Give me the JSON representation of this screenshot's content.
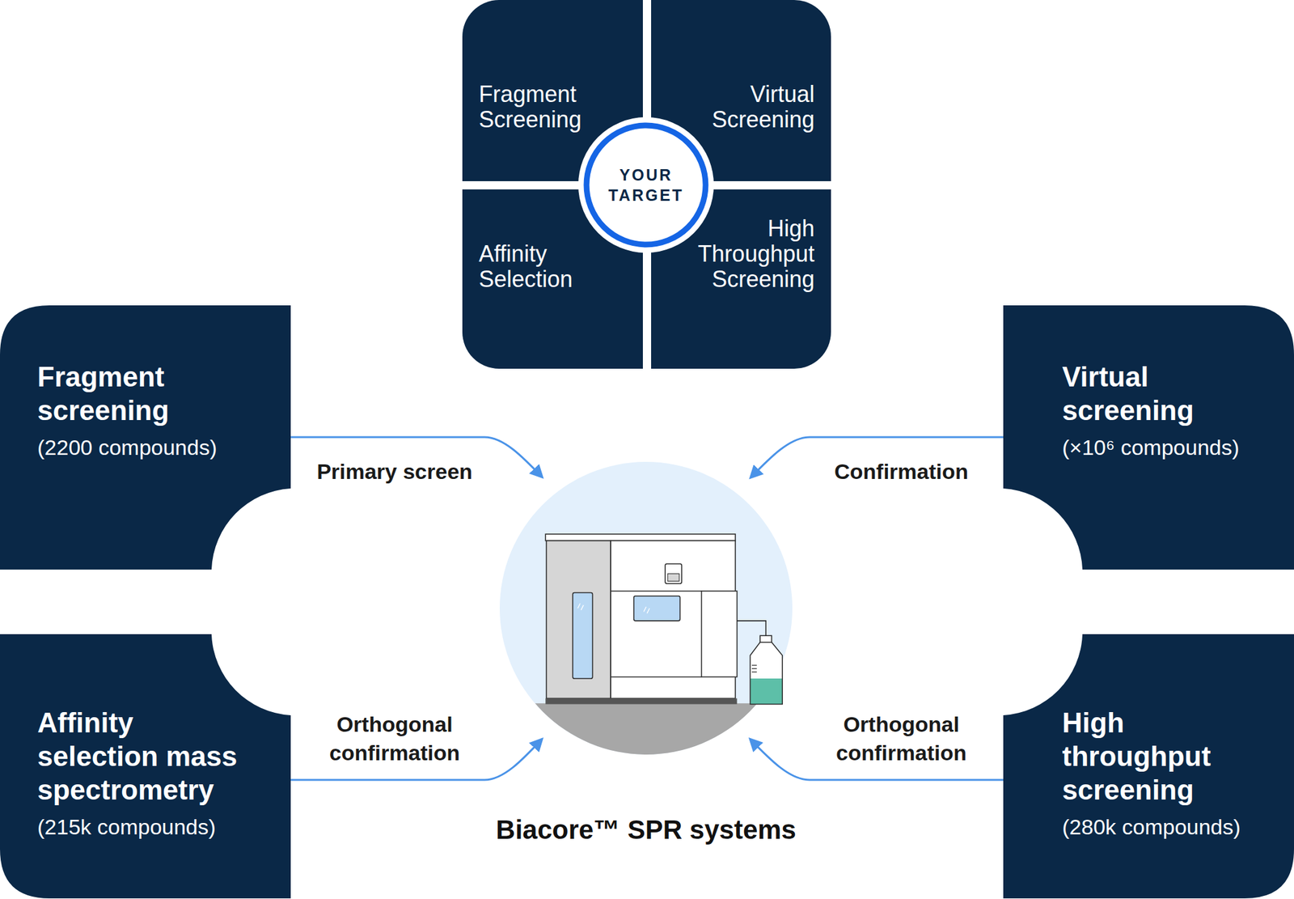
{
  "diagram": {
    "nodes": [
      {
        "text": [
          "Fragment Screening"
        ]
      },
      {
        "text": [
          "Virtual Screening"
        ]
      },
      {
        "text": [
          "YOUR TARGET"
        ]
      },
      {
        "text": [
          "Affinity Selection"
        ]
      },
      {
        "text": [
          "High Throughput Screening"
        ]
      },
      {
        "text": [
          "Fragment screening",
          "(2200 compounds)"
        ]
      },
      {
        "text": [
          "Virtual screening",
          "(×10⁶ compounds)"
        ]
      },
      {
        "text": [
          "Biacore™ SPR systems"
        ]
      },
      {
        "text": [
          "Affinity selection mass spectrometry",
          "(215k compounds)"
        ]
      },
      {
        "text": [
          "High throughput screening",
          "(280k compounds)"
        ]
      }
    ],
    "edges": [
      {
        "from": 5,
        "to": 7,
        "arrow": "to",
        "label": "Primary screen"
      },
      {
        "from": 6,
        "to": 7,
        "arrow": "to",
        "label": "Confirmation"
      },
      {
        "from": 8,
        "to": 7,
        "arrow": "to",
        "label": "Orthogonal confirmation"
      },
      {
        "from": 9,
        "to": 7,
        "arrow": "to",
        "label": "Orthogonal confirmation"
      }
    ]
  }
}
